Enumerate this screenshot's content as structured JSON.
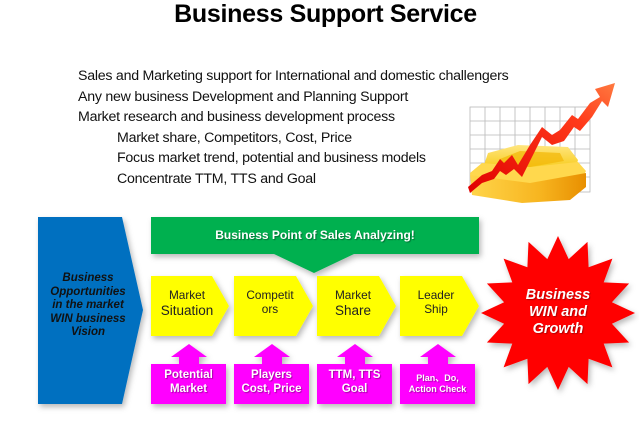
{
  "title": "Business Support Service",
  "bullets": [
    {
      "text": "Sales and Marketing support for International and domestic challengers",
      "level": 1
    },
    {
      "text": "Any new business Development and Planning Support",
      "level": 1
    },
    {
      "text": "Market research and business development process",
      "level": 1
    },
    {
      "text": "Market share, Competitors, Cost, Price",
      "level": 2
    },
    {
      "text": "Focus market trend, potential and business models",
      "level": 2
    },
    {
      "text": "Concentrate TTM, TTS and Goal",
      "level": 2
    }
  ],
  "illustration": {
    "icon": "growth-chart-icon"
  },
  "diagram": {
    "vision": {
      "lines": [
        "Business",
        "Opportunities",
        "in the market",
        "WIN business",
        "Vision"
      ],
      "color": "#0070C0"
    },
    "banner": {
      "label": "Business Point of Sales Analyzing!",
      "color": "#00B050"
    },
    "steps": [
      {
        "line1": "Market",
        "line2": "Situation",
        "callout": [
          "Potential",
          "Market"
        ]
      },
      {
        "line1": "Competit",
        "line2": "ors",
        "callout": [
          "Players",
          "Cost, Price"
        ]
      },
      {
        "line1": "Market",
        "line2": "Share",
        "callout": [
          "TTM, TTS",
          "Goal"
        ]
      },
      {
        "line1": "Leader",
        "line2": "Ship",
        "callout": [
          "Plan、Do,",
          "Action Check"
        ]
      }
    ],
    "step_color": "#FFFF00",
    "callout_color": "#FF00FF",
    "result": {
      "lines": [
        "Business",
        "WIN and",
        "Growth"
      ],
      "color": "#FF0000"
    }
  }
}
